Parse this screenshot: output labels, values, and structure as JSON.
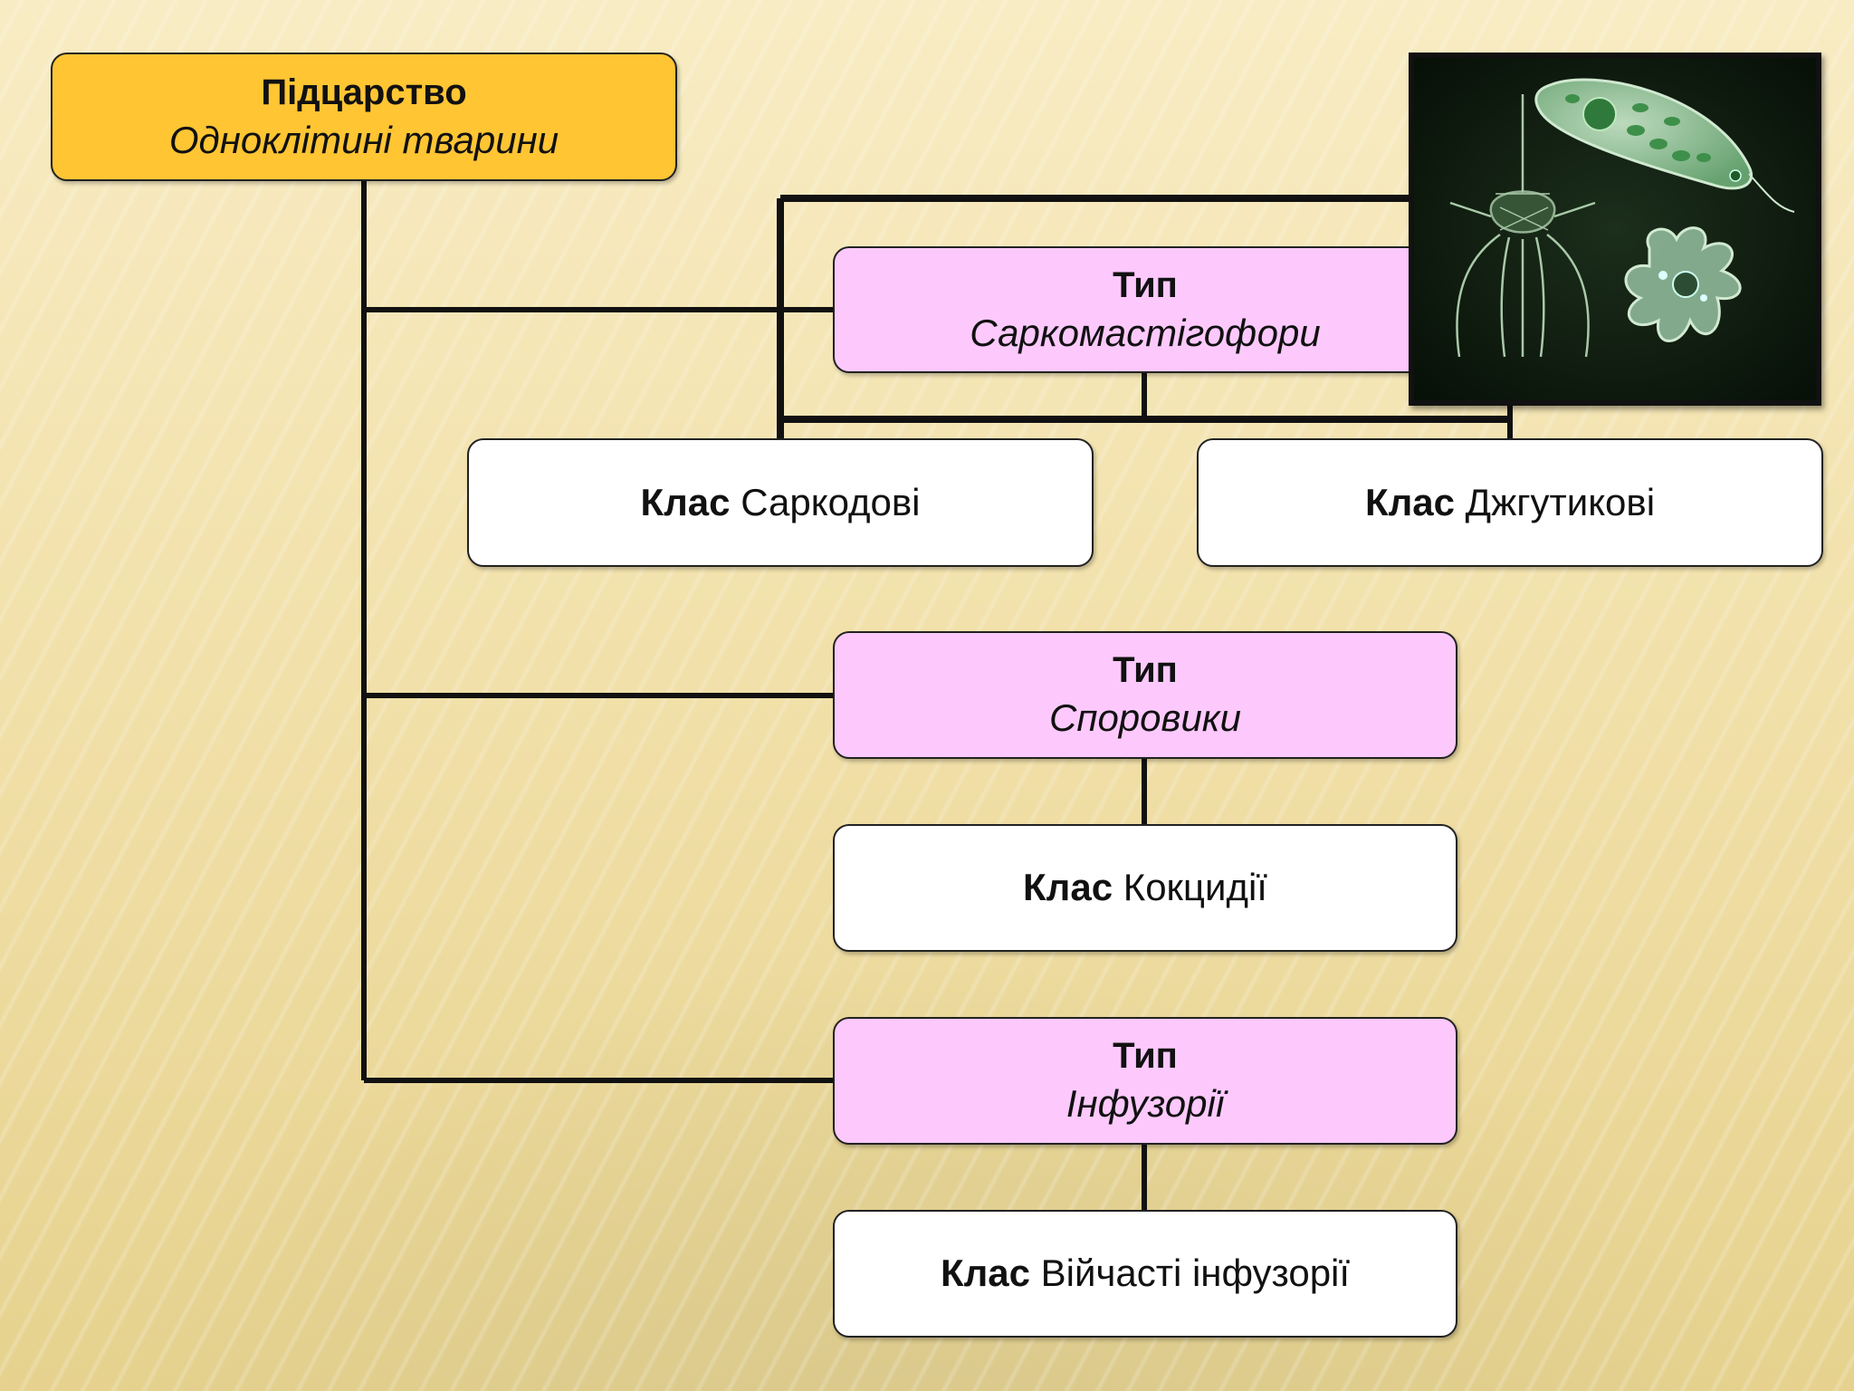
{
  "root": {
    "title": "Підцарство",
    "subtitle": "Одноклітині тварини"
  },
  "phyla": [
    {
      "title": "Тип",
      "subtitle": "Саркомастігофори"
    },
    {
      "title": "Тип",
      "subtitle": "Споровики"
    },
    {
      "title": "Тип",
      "subtitle": "Інфузорії"
    }
  ],
  "classes": [
    {
      "prefix": "Клас",
      "name": "Саркодові"
    },
    {
      "prefix": "Клас",
      "name": "Джгутикові"
    },
    {
      "prefix": "Клас",
      "name": "Кокцидії"
    },
    {
      "prefix": "Клас",
      "name": "Війчасті інфузорії"
    }
  ],
  "image": {
    "icon": "protozoa-illustration"
  }
}
